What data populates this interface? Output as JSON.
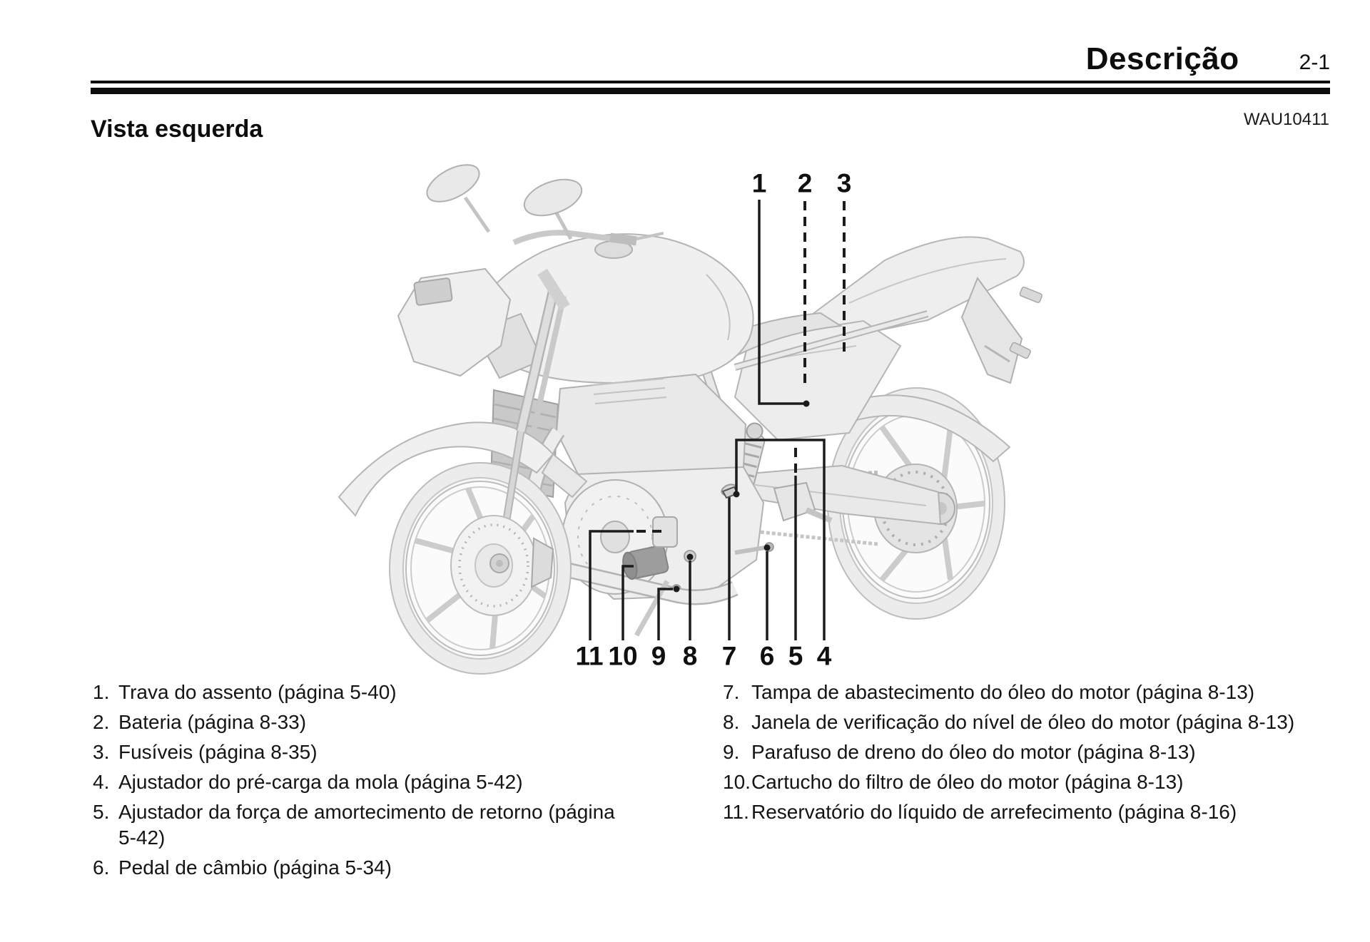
{
  "header": {
    "title": "Descrição",
    "page_number": "2-1",
    "doc_code": "WAU10411"
  },
  "section": {
    "title": "Vista esquerda"
  },
  "diagram": {
    "top_callouts": [
      "1",
      "2",
      "3"
    ],
    "bottom_callouts": [
      "11",
      "10",
      "9",
      "8",
      "7",
      "6",
      "5",
      "4"
    ]
  },
  "legend": {
    "left": [
      {
        "num": "1.",
        "text": "Trava do assento (página 5-40)"
      },
      {
        "num": "2.",
        "text": "Bateria (página 8-33)"
      },
      {
        "num": "3.",
        "text": "Fusíveis (página 8-35)"
      },
      {
        "num": "4.",
        "text": "Ajustador do pré-carga da mola (página 5-42)"
      },
      {
        "num": "5.",
        "text": "Ajustador da força de amortecimento de retorno (página\n5-42)"
      },
      {
        "num": "6.",
        "text": "Pedal de câmbio (página 5-34)"
      }
    ],
    "right": [
      {
        "num": "7.",
        "text": "Tampa de abastecimento do óleo do motor (página 8-13)"
      },
      {
        "num": "8.",
        "text": "Janela de verificação do nível de óleo do motor (página 8-13)"
      },
      {
        "num": "9.",
        "text": "Parafuso de dreno do óleo do motor (página 8-13)"
      },
      {
        "num": "10.",
        "text": "Cartucho do filtro de óleo do motor (página 8-13)"
      },
      {
        "num": "11.",
        "text": "Reservatório do líquido de arrefecimento (página 8-16)"
      }
    ]
  }
}
